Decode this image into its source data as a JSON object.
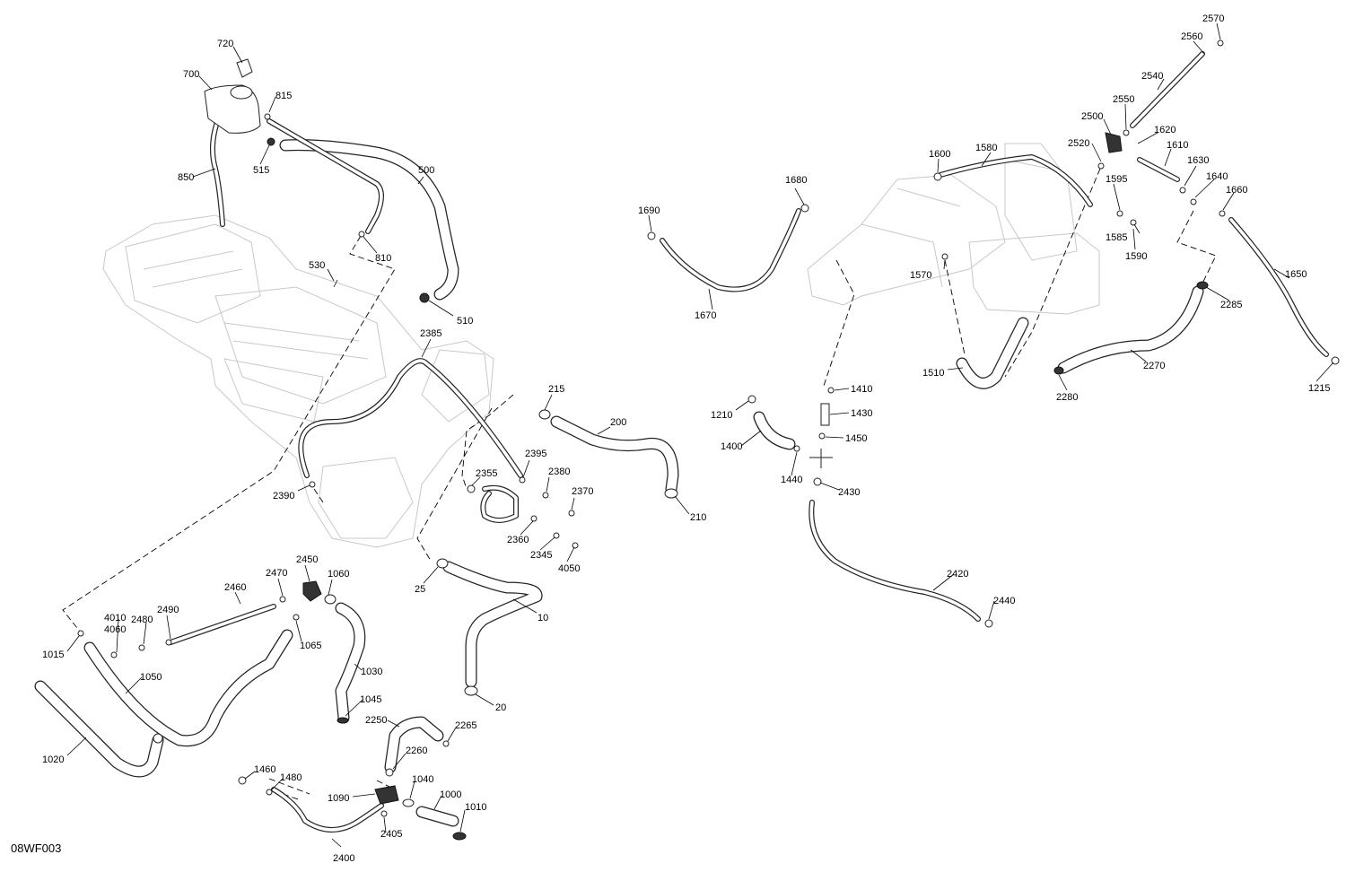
{
  "diagram_code": "08WF003",
  "callouts": [
    "720",
    "700",
    "815",
    "515",
    "850",
    "500",
    "810",
    "530",
    "510",
    "2385",
    "215",
    "200",
    "210",
    "2395",
    "2355",
    "2380",
    "2370",
    "2390",
    "2360",
    "2345",
    "4050",
    "25",
    "10",
    "20",
    "2470",
    "2450",
    "1060",
    "2460",
    "4010",
    "4060",
    "2480",
    "2490",
    "1015",
    "1065",
    "1050",
    "1030",
    "1020",
    "1045",
    "2250",
    "2265",
    "2260",
    "1460",
    "1480",
    "1090",
    "1040",
    "1000",
    "1010",
    "2405",
    "2400",
    "2570",
    "2560",
    "2540",
    "2550",
    "2500",
    "1620",
    "1610",
    "2520",
    "1600",
    "1580",
    "1630",
    "1640",
    "1660",
    "1680",
    "1690",
    "1595",
    "1585",
    "1590",
    "1570",
    "1670",
    "1650",
    "2285",
    "1510",
    "2270",
    "2280",
    "1215",
    "1410",
    "1210",
    "1430",
    "1450",
    "1400",
    "1440",
    "2430",
    "2420",
    "2440"
  ]
}
